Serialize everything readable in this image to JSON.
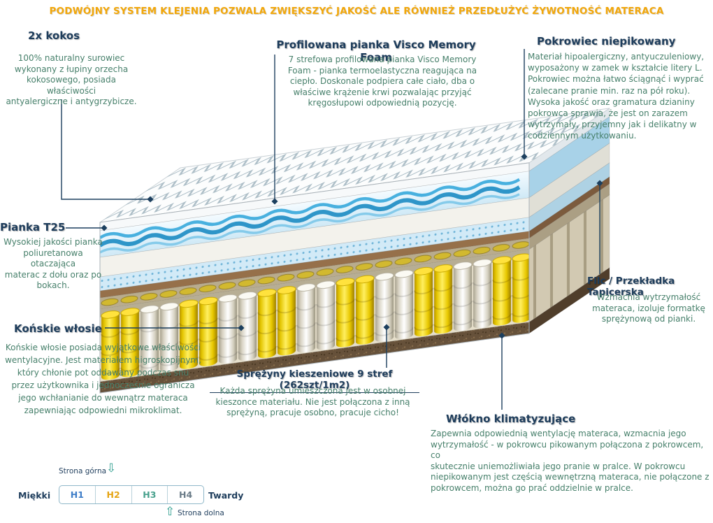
{
  "banner": {
    "text": "PODWÓJNY SYSTEM KLEJENIA POZWALA ZWIĘKSZYĆ JAKOŚĆ ALE RÓWNIEŻ PRZEDŁUŻYĆ ŻYWOTNOŚĆ MATERACA"
  },
  "annotations": {
    "kokos": {
      "heading": "2x kokos",
      "body": "100% naturalny surowiec\nwykonany z łupiny orzecha\nkokosowego, posiada właściwości\nantyalergiczne i antygrzybicze."
    },
    "visco": {
      "heading": "Profilowana pianka Visco Memory Foam",
      "body": "7 strefowa profilowana pianka Visco Memory\nFoam - pianka termoelastyczna reagująca na\nciepło.  Doskonale podpiera całe ciało, dba o\nwłaściwe krążenie krwi pozwalając przyjąć\nkręgosłupowi odpowiednią pozycję."
    },
    "pokrowiec": {
      "heading": "Pokrowiec niepikowany",
      "body": "Materiał hipoalergiczny, antyuczuleniowy,\nwyposażony w zamek w kształcie litery L.\nPokrowiec można łatwo ściągnąć i wyprać\n(zalecane pranie min.  raz na pół roku).\nWysoka jakość oraz gramatura dzianiny\npokrowca sprawia, że jest on zarazem\nwytrzymały, przyjemny jak i delikatny w\ncodziennym użytkowaniu."
    },
    "pianka_t25": {
      "heading": "Pianka T25",
      "body": "Wysokiej jakości pianka\npoliuretanowa otaczająca\nmaterac z dołu oraz po\nbokach."
    },
    "filc": {
      "heading": "Filc / Przekładka Tapicerska",
      "body": "Wzmacnia wytrzymałość\nmateraca, izoluje formatkę\nsprężynową od pianki."
    },
    "konskie": {
      "heading": "Końskie włosie",
      "body": "Końskie włosie posiada wyjątkowe właściwości\nwentylacyjne. Jest materiałem higroskopijnym,\nktóry chłonie pot oddawany podczas snu\nprzez użytkownika i jednocześnie ogranicza\njego wchłanianie do wewnątrz materaca\nzapewniając odpowiedni mikroklimat."
    },
    "sprezyny": {
      "heading": "Sprężyny kieszeniowe 9 stref (262szt/1m2)",
      "body": "Każda sprężyna umieszczona jest w osobnej\nkieszonce materiału. Nie jest połączona z inną\nsprężyną, pracuje osobno, pracuje cicho!"
    },
    "wlokno": {
      "heading": "Włókno klimatyzujące",
      "body": "Zapewnia odpowiednią wentylację materaca, wzmacnia jego\nwytrzymałość - w pokrowcu pikowanym połączona z pokrowcem, co\nskutecznie uniemożliwiała jego pranie w pralce. W pokrowcu\nniepikowanym jest częścią wewnętrzną materaca, nie połączone z\npokrowcem, można go prać oddzielnie w pralce."
    }
  },
  "scale": {
    "top_label": "Strona górna",
    "bottom_label": "Strona dolna",
    "soft_label": "Miękki",
    "hard_label": "Twardy",
    "down_arrow_icon": "⇩",
    "up_arrow_icon": "⇧",
    "levels": [
      {
        "label": "H1",
        "color": "#3f7ec8"
      },
      {
        "label": "H2",
        "color": "#e5a414"
      },
      {
        "label": "H3",
        "color": "#49a18d"
      },
      {
        "label": "H4",
        "color": "#6b7c88"
      }
    ]
  },
  "colors": {
    "banner": "#f2a70a",
    "heading": "#1e3d5c",
    "body_text": "#47806b",
    "leader_line": "#1c3f5e",
    "accent_teal": "#2f9e8f",
    "spring_yellow": "#ffe23d",
    "spring_white": "#ffffff",
    "visco_blue": "#2aa4da",
    "felt_brown": "#96704a",
    "base_brown": "#66513a"
  }
}
